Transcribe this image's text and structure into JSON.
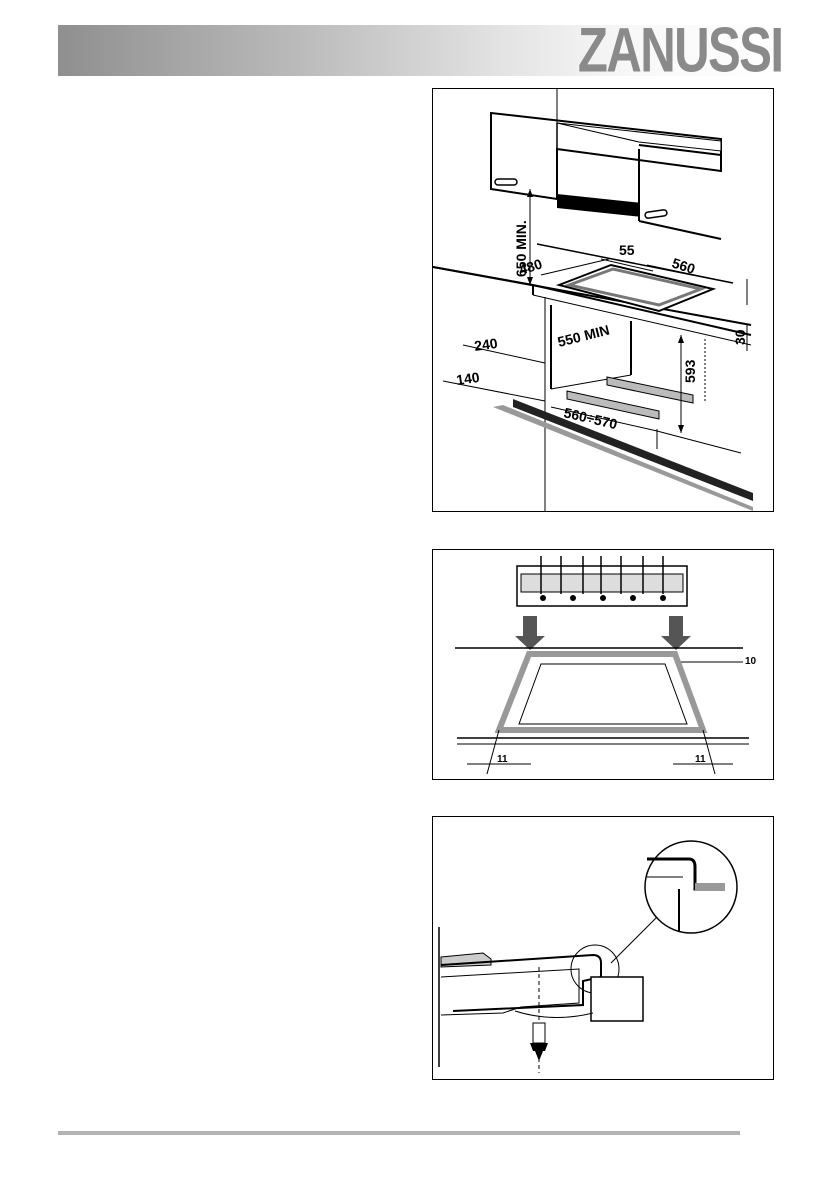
{
  "header": {
    "brand": "ZANUSSI",
    "brand_color": "#8a8a8a"
  },
  "figure1": {
    "dims": {
      "min_height": "650 MIN.",
      "d55": "55",
      "d480": "480",
      "d560": "560",
      "d30": "30",
      "d240": "240",
      "d550min": "550 MIN",
      "d593": "593",
      "d140": "140",
      "d560_570": "560÷570"
    }
  },
  "figure2": {
    "dims": {
      "d10": "10",
      "d11_left": "11",
      "d11_right": "11"
    }
  },
  "figure3": {}
}
